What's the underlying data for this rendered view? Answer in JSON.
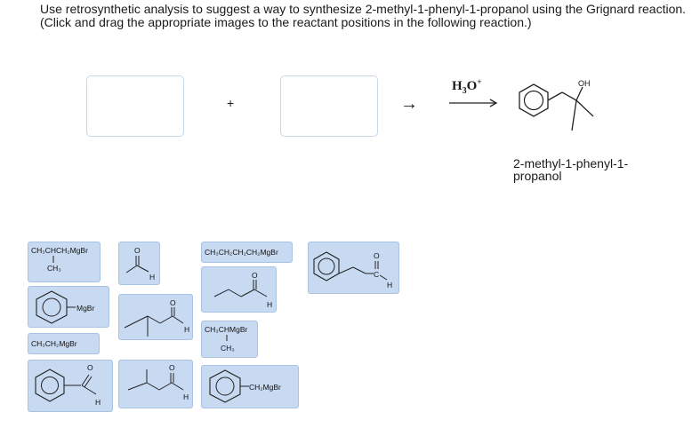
{
  "question": {
    "instructions": "Use retrosynthetic analysis to suggest a way to synthesize 2-methyl-1-phenyl-1-propanol using the Grignard reaction. (Click and drag the appropriate images to the reactant positions in the following reaction.)"
  },
  "reaction": {
    "plus": "+",
    "arrow": "→",
    "reagent_main": "H",
    "reagent_sub": "3",
    "reagent_o": "O",
    "reagent_sup": "+",
    "product_oh": "OH",
    "product_name": "2-methyl-1-phenyl-1-propanol"
  },
  "tiles": {
    "isobutyl_mgbr": {
      "line1": "CH₃CHCH₂MgBr",
      "branch": "CH₃"
    },
    "acetaldehyde": {
      "o": "O",
      "h": "H"
    },
    "butyl_mgbr": {
      "label": "CH₃CH₂CH₂CH₂MgBr"
    },
    "phenylacetaldehyde": {
      "o": "O",
      "c": "C",
      "h": "H"
    },
    "phenyl_mgbr": {
      "label": "MgBr"
    },
    "isobutyraldehyde": {
      "o": "O",
      "h": "H"
    },
    "butanal": {
      "o": "O",
      "h": "H"
    },
    "ethyl_mgbr": {
      "label": "CH₃CH₂MgBr"
    },
    "isopropyl_mgbr": {
      "line1": "CH₃CHMgBr",
      "branch": "CH₃"
    },
    "benzaldehyde": {
      "o": "O",
      "h": "H"
    },
    "isovaleraldehyde": {
      "o": "O",
      "h": "H"
    },
    "benzyl_mgbr": {
      "label": "CH₂MgBr"
    }
  }
}
